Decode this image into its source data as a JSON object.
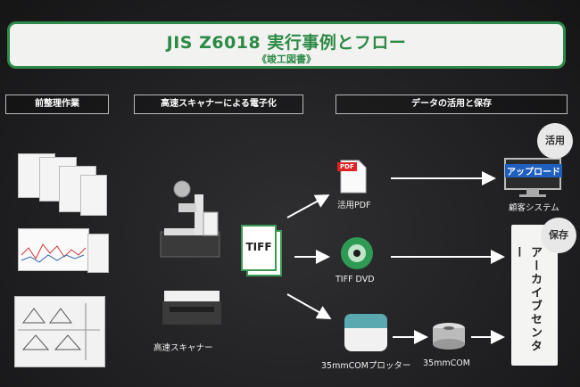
{
  "title": "JIS Z6018 実行事例とフロー",
  "subtitle": "《竣工図書》",
  "sections": {
    "preprocess": "前整理作業",
    "digitize": "高速スキャナーによる電子化",
    "utilize": "データの活用と保存"
  },
  "labels": {
    "scanner": "高速スキャナー",
    "tiff": "TIFF",
    "pdf_badge": "PDF",
    "pdf": "活用PDF",
    "dvd": "TIFF DVD",
    "com_plotter": "35mmCOMプロッター",
    "com_film": "35mmCOM",
    "upload": "アップロード",
    "customer_system": "顧客システム",
    "archive_center": "アーカイブセンター",
    "katsuyou": "活用",
    "hozon": "保存"
  },
  "colors": {
    "title_green": "#2c8a46",
    "upload_blue": "#1f5fbf"
  }
}
